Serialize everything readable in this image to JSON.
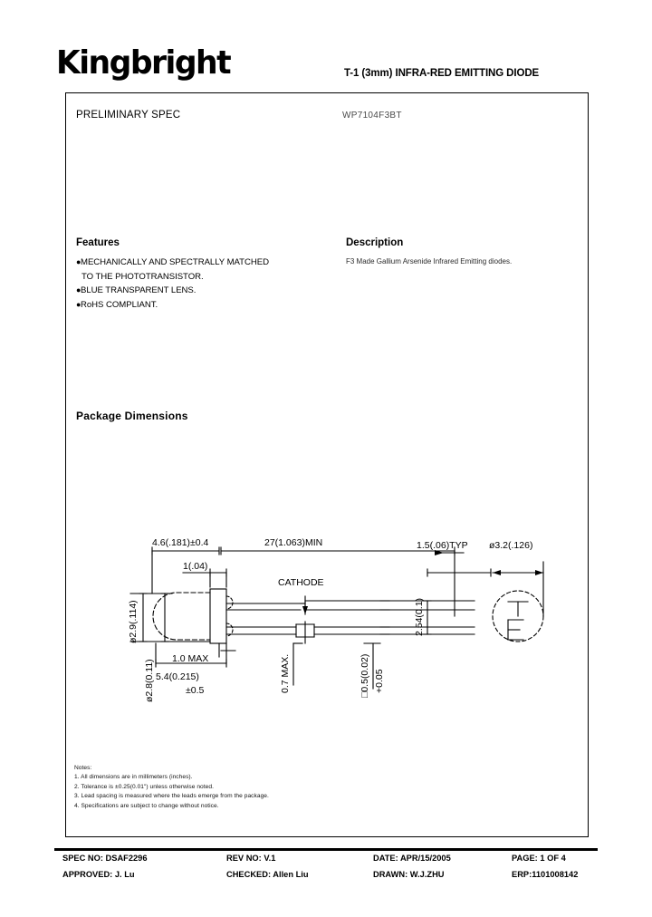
{
  "header": {
    "logo": "Kingbright",
    "title": "T-1 (3mm) INFRA-RED EMITTING DIODE"
  },
  "document": {
    "spec_label": "PRELIMINARY  SPEC",
    "part_number": "WP7104F3BT"
  },
  "features": {
    "heading": "Features",
    "items": [
      "MECHANICALLY AND SPECTRALLY MATCHED",
      "TO THE PHOTOTRANSISTOR.",
      "BLUE TRANSPARENT LENS.",
      "RoHS COMPLIANT."
    ],
    "bullet": "●"
  },
  "description": {
    "heading": "Description",
    "text": "F3 Made Gallium Arsenide Infrared Emitting diodes."
  },
  "package_dimensions": {
    "heading": "Package Dimensions",
    "labels": {
      "lens_diameter": "4.6(.181)±0.4",
      "lead_length": "27(1.063)MIN",
      "flange_thickness": "1(.04)",
      "cathode": "CATHODE",
      "lead_spacing_typ": "1.5(.06)TYP",
      "end_view_diameter": "ø3.2(.126)",
      "pitch": "2.54(0.1)",
      "body_diameter_top": "ø2.9(.114)",
      "body_diameter_bottom": "ø2.8(0.11)",
      "flat_max": "1.0  MAX",
      "body_height": "5.4(0.215)",
      "body_height_tol": "±0.5",
      "lead_width_max": "0.7 MAX.",
      "lead_square": "□0.5(0.02)",
      "lead_square_tol": "+0.05"
    }
  },
  "notes": {
    "title": "Notes:",
    "items": [
      "1. All dimensions are in millimeters (inches).",
      "2. Tolerance is ±0.25(0.01\") unless otherwise noted.",
      "3. Lead spacing is measured where the leads emerge from the package.",
      "4. Specifications are subject to change without notice."
    ]
  },
  "footer": {
    "spec_no": "SPEC NO: DSAF2296",
    "rev_no": "REV NO: V.1",
    "date": "DATE: APR/15/2005",
    "page": "PAGE: 1 OF 4",
    "approved": "APPROVED: J. Lu",
    "checked": "CHECKED: Allen Liu",
    "drawn": "DRAWN: W.J.ZHU",
    "erp": "ERP:1101008142"
  }
}
